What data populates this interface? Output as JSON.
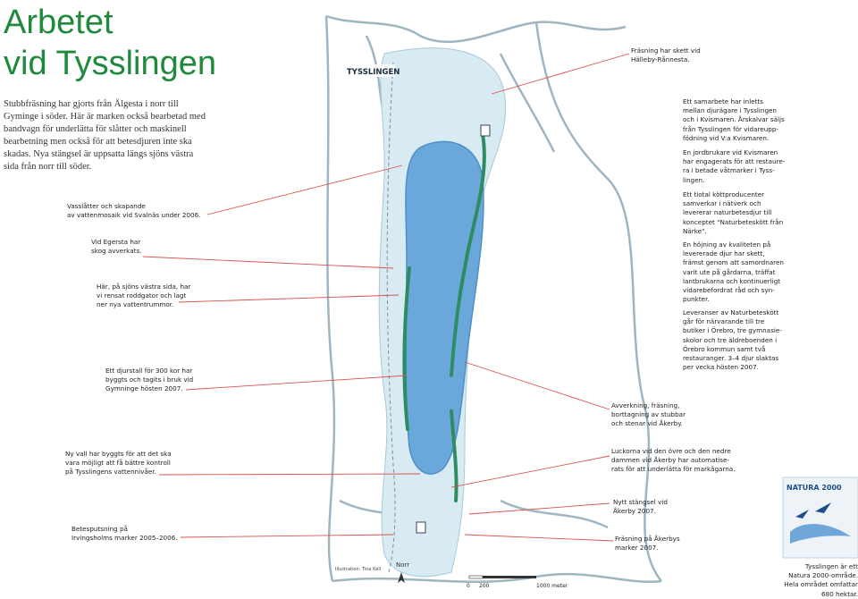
{
  "title": [
    "Arbetet",
    "vid Tysslingen"
  ],
  "intro": "Stubbfräsning har gjorts från Älgesta i norr till Gyminge i söder. Här är marken också bearbetad med bandvagn för underlätta för slåtter och maskinell bearbetning men också för att betesdjuren inte ska skadas. Nya stängsel är uppsatta längs sjöns västra sida från norr till söder.",
  "map": {
    "lake_label": "TYSSLINGEN",
    "north_label": "Norr",
    "scale_labels": [
      "0",
      "200",
      "1000 meter"
    ],
    "credit": "Illustration: Tina Käll",
    "colors": {
      "water": "#6aa8dc",
      "meadow": "#d8ebf3",
      "wetland": "#2f8c62",
      "roads": "#9fb5c2",
      "pointer": "#d9534f"
    }
  },
  "notes_left": [
    "Vasslåtter och skapande\nav vattenmosaik vid Svalnäs under 2006.",
    "Vid Egersta har\nskog avverkats.",
    "Här, på sjöns västra sida, har\nvi rensat roddgator och lagt\nner nya vattentrummor.",
    "Ett djurstall för 300 kor har\nbyggts och tagits i bruk vid\nGymninge hösten 2007.",
    "Ny vall har byggts för att det ska\nvara möjligt att få bättre kontroll\npå Tysslingens vattennivåer.",
    "Betesputsning på\nIrvingsholms marker 2005–2006."
  ],
  "notes_right": [
    "Fräsning har skett vid\nHälleby-Rånnesta.",
    "Ett samarbete har inletts\nmellan djurägare i Tysslingen\noch i Kvismaren. Årskalvar säljs\nfrån Tysslingen för vidareupp-\nfödning vid V:a Kvismaren.",
    "En jordbrukare vid Kvismaren\nhar engagerats för att restaure-\nra i betade våtmarker i Tyss-\nlingen.",
    "Ett tiotal köttproducenter\nsamverkar i nätverk och\nlevererar naturbetesdjur till\nkonceptet \"Naturbeteskött från\nNärke\".",
    "En höjning av kvaliteten på\nlevererade djur har skett,\nfrämst genom att samordnaren\nvarit ute på gårdarna, träffat\nlantbrukarna och kontinuerligt\nvidarebefordrat råd och syn-\npunkter.",
    "Leveranser av Naturbeteskött\ngår för närvarande till tre\nbutiker i Örebro, tre gymnasie-\nskolor och tre äldreboenden i\nÖrebro kommun samt två\nrestauranger. 3–4 djur slaktas\nper vecka hösten 2007.",
    "Avverkning, fräsning,\nborttagning av stubbar\noch stenar vid Åkerby.",
    "Luckorna vid den övre och den nedre\ndammen vid Åkerby har automatise-\nrats för att underlätta för markägarna.",
    "Nytt stängsel vid\nÅkerby 2007.",
    "Fräsning på Åkerbys\nmarker 2007."
  ],
  "natura": {
    "logo_text": "NATURA 2000",
    "caption": "Tysslingen är ett\nNatura 2000-område.\nHela området omfattar\n680 hektar."
  }
}
